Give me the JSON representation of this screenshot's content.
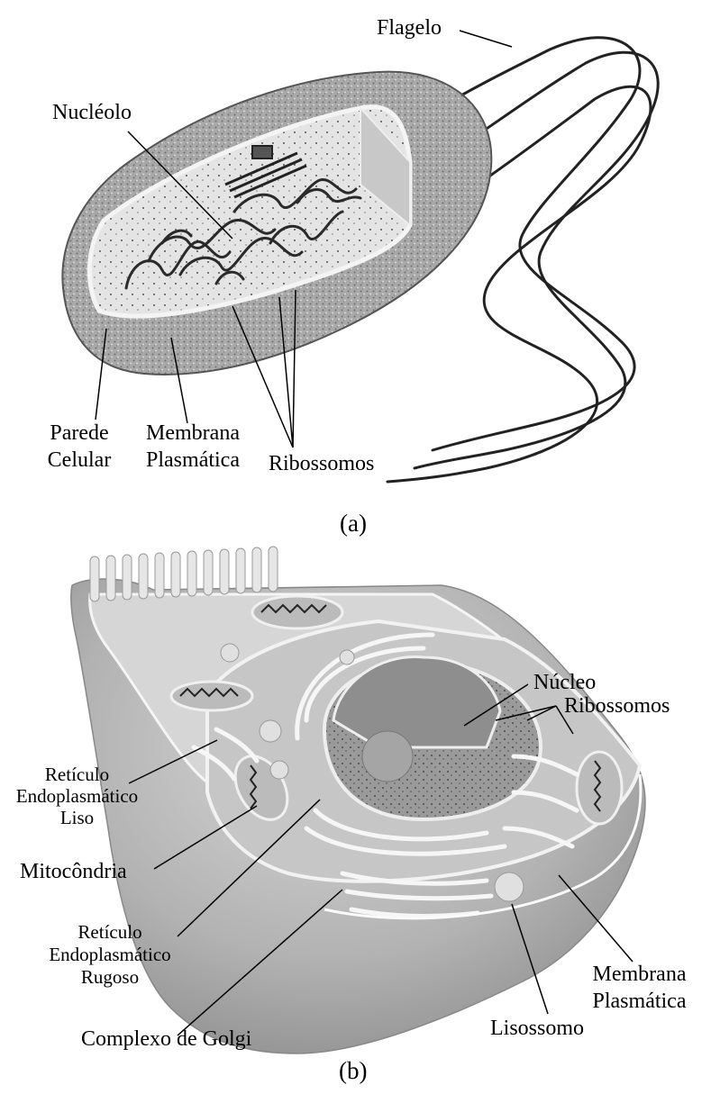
{
  "panel_a": {
    "caption": "(a)",
    "labels": {
      "flagelo": "Flagelo",
      "nucleolo": "Nucléolo",
      "parede_line1": "Parede",
      "parede_line2": "Celular",
      "membrana_line1": "Membrana",
      "membrana_line2": "Plasmática",
      "ribossomos": "Ribossomos"
    }
  },
  "panel_b": {
    "caption": "(b)",
    "labels": {
      "nucleo": "Núcleo",
      "ribossomos": "Ribossomos",
      "rel_line1": "Retículo",
      "rel_line2": "Endoplasmático",
      "rel_line3": "Liso",
      "mitocondria": "Mitocôndria",
      "rer_line1": "Retículo",
      "rer_line2": "Endoplasmático",
      "rer_line3": "Rugoso",
      "golgi": "Complexo de Golgi",
      "membrana_line1": "Membrana",
      "membrana_line2": "Plasmática",
      "lisossomo": "Lisossomo"
    }
  },
  "colors": {
    "ink": "#000000",
    "cell_body": "#b4b4b4",
    "cell_shadow": "#8c8c8c",
    "cytoplasm": "#dcdcdc",
    "membrane": "#f2f2f2"
  }
}
